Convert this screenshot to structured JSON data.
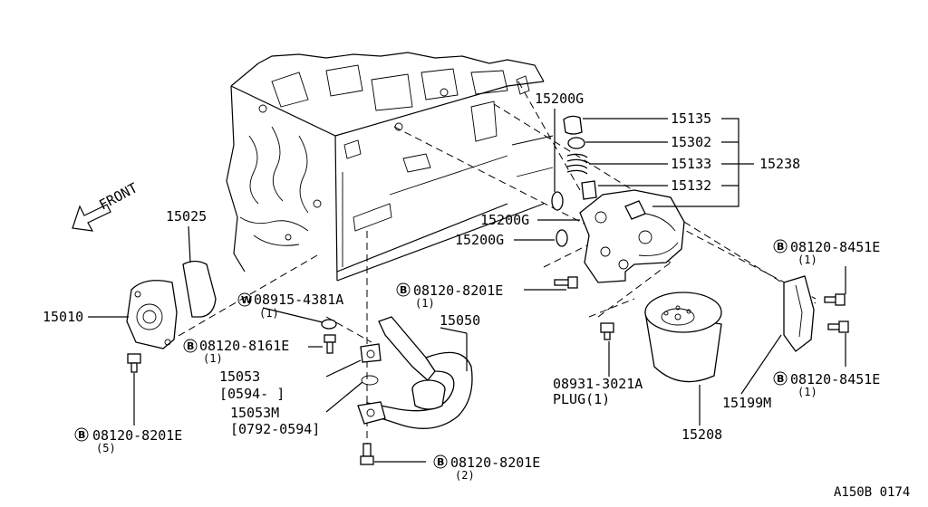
{
  "front_label": "FRONT",
  "parts": {
    "p15025": "15025",
    "p15010": "15010",
    "p15050": "15050",
    "p15053": "15053",
    "p15053_date": "[0594-     ]",
    "p15053M": "15053M",
    "p15053M_date": "[0792-0594]",
    "p15200G_top": "15200G",
    "p15200G_mid": "15200G",
    "p15200G_low": "15200G",
    "p15135": "15135",
    "p15302": "15302",
    "p15133": "15133",
    "p15132": "15132",
    "p15238": "15238",
    "p15208": "15208",
    "p15199M": "15199M",
    "plug_number": "08931-3021A",
    "plug_label": "PLUG(1)"
  },
  "bolts": {
    "b_8201_mid": {
      "prefix": "B",
      "number": "08120-8201E",
      "qty": "(1)"
    },
    "b_8161": {
      "prefix": "B",
      "number": "08120-8161E",
      "qty": "(1)"
    },
    "w_4381": {
      "prefix": "W",
      "number": "08915-4381A",
      "qty": "(1)"
    },
    "b_8201_left": {
      "prefix": "B",
      "number": "08120-8201E",
      "qty": "(5)"
    },
    "b_8201_bottom": {
      "prefix": "B",
      "number": "08120-8201E",
      "qty": "(2)"
    },
    "b_8451_top": {
      "prefix": "B",
      "number": "08120-8451E",
      "qty": "(1)"
    },
    "b_8451_bottom": {
      "prefix": "B",
      "number": "08120-8451E",
      "qty": "(1)"
    }
  },
  "figure_code": "A150B 0174"
}
